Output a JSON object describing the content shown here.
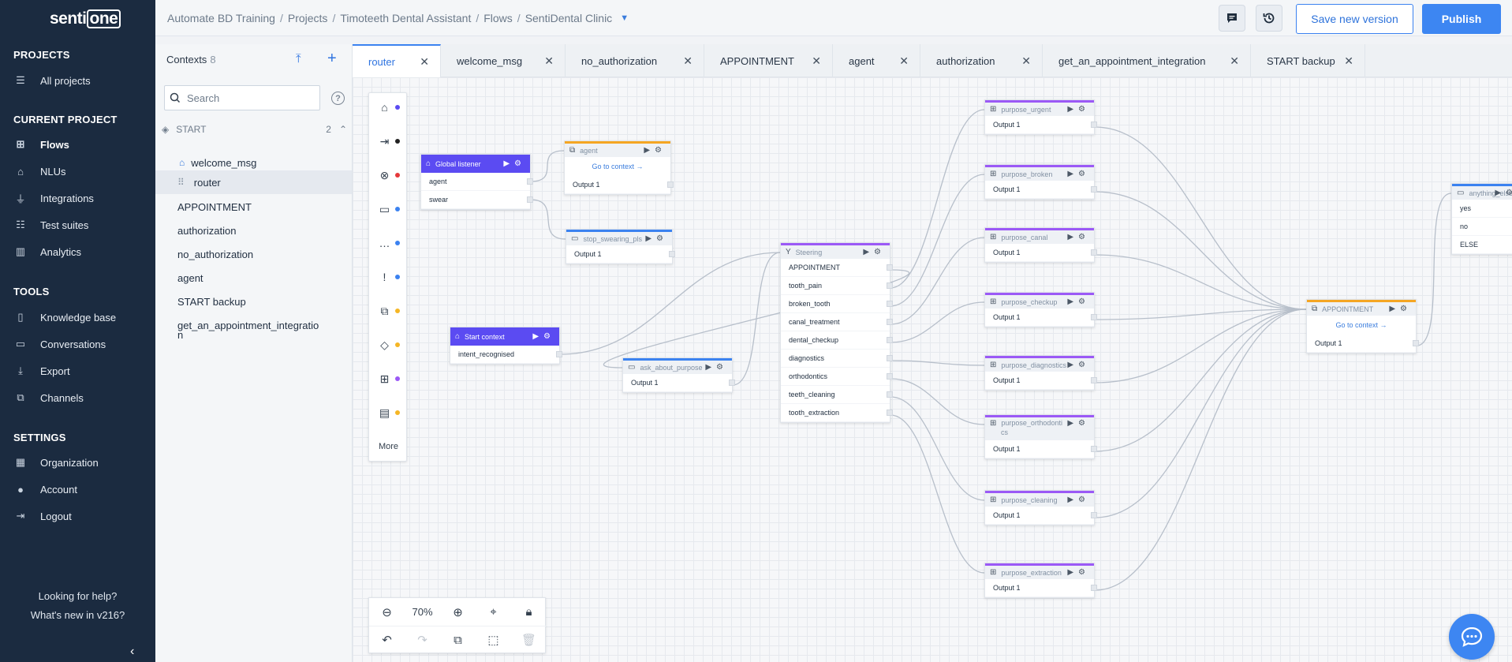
{
  "brand": {
    "name": "senti",
    "name_o": "one"
  },
  "nav": {
    "projects_header": "PROJECTS",
    "all_projects": "All projects",
    "current_project_header": "CURRENT PROJECT",
    "flows": "Flows",
    "nlus": "NLUs",
    "integrations": "Integrations",
    "test_suites": "Test suites",
    "analytics": "Analytics",
    "tools_header": "TOOLS",
    "knowledge_base": "Knowledge base",
    "conversations": "Conversations",
    "export": "Export",
    "channels": "Channels",
    "settings_header": "SETTINGS",
    "organization": "Organization",
    "account": "Account",
    "logout": "Logout",
    "help": "Looking for help?",
    "whats_new": "What's new in v216?"
  },
  "breadcrumb": {
    "items": [
      "Automate BD Training",
      "Projects",
      "Timoteeth Dental Assistant",
      "Flows",
      "SentiDental Clinic"
    ],
    "separator": "/"
  },
  "topbar": {
    "save_label": "Save new version",
    "publish_label": "Publish",
    "icons": [
      "comment-icon",
      "history-icon"
    ]
  },
  "contexts": {
    "title": "Contexts",
    "count": "8",
    "search_placeholder": "Search",
    "start_group": "START",
    "start_count": "2",
    "items": [
      {
        "label": "welcome_msg",
        "type": "child-home"
      },
      {
        "label": "router",
        "type": "child-drag",
        "selected": true
      },
      {
        "label": "APPOINTMENT",
        "type": "top"
      },
      {
        "label": "authorization",
        "type": "top"
      },
      {
        "label": "no_authorization",
        "type": "top"
      },
      {
        "label": "agent",
        "type": "top"
      },
      {
        "label": "START backup",
        "type": "top"
      },
      {
        "label": "get_an_appointment_integratio",
        "type": "top"
      },
      {
        "label": "n",
        "type": "wrap"
      }
    ]
  },
  "tabs": [
    {
      "label": "router",
      "active": true,
      "w": 112
    },
    {
      "label": "welcome_msg",
      "w": 158
    },
    {
      "label": "no_authorization",
      "w": 176
    },
    {
      "label": "APPOINTMENT",
      "w": 163
    },
    {
      "label": "agent",
      "w": 111
    },
    {
      "label": "authorization",
      "w": 155
    },
    {
      "label": "get_an_appointment_integration",
      "w": 264
    },
    {
      "label": "START backup",
      "w": 145
    }
  ],
  "palette": {
    "more_label": "More",
    "items": [
      {
        "icon": "home-icon",
        "glyph": "⌂",
        "dot": "#5b4bf2"
      },
      {
        "icon": "enter-icon",
        "glyph": "⇥",
        "dot": "#222222"
      },
      {
        "icon": "stop-icon",
        "glyph": "⊗",
        "dot": "#e5393b"
      },
      {
        "icon": "message-icon",
        "glyph": "▭",
        "dot": "#3b82f0"
      },
      {
        "icon": "quick-reply-icon",
        "glyph": "…",
        "dot": "#3b82f0"
      },
      {
        "icon": "alert-message-icon",
        "glyph": "!",
        "dot": "#3b82f0"
      },
      {
        "icon": "go-to-context-icon",
        "glyph": "⧉",
        "dot": "#f5b625"
      },
      {
        "icon": "condition-icon",
        "glyph": "◇",
        "dot": "#f5b625"
      },
      {
        "icon": "router-block-icon",
        "glyph": "⊞",
        "dot": "#9b59f6"
      },
      {
        "icon": "document-icon",
        "glyph": "▤",
        "dot": "#f5b625"
      }
    ]
  },
  "nodes": {
    "global_listener": {
      "title": "Global listener",
      "rows": [
        "agent",
        "swear"
      ]
    },
    "agent": {
      "title": "agent",
      "link": "Go to context →",
      "rows": [
        "Output 1"
      ]
    },
    "stop_swearing": {
      "title": "stop_swearing_pls",
      "rows": [
        "Output 1"
      ]
    },
    "start_context": {
      "title": "Start context",
      "rows": [
        "intent_recognised"
      ]
    },
    "ask_about_purpose": {
      "title": "ask_about_purpose",
      "rows": [
        "Output 1"
      ]
    },
    "steering": {
      "title": "Steering",
      "rows": [
        "APPOINTMENT",
        "tooth_pain",
        "broken_tooth",
        "canal_treatment",
        "dental_checkup",
        "diagnostics",
        "orthodontics",
        "teeth_cleaning",
        "tooth_extraction"
      ]
    },
    "purpose_urgent": {
      "title": "purpose_urgent",
      "rows": [
        "Output 1"
      ]
    },
    "purpose_broken": {
      "title": "purpose_broken",
      "rows": [
        "Output 1"
      ]
    },
    "purpose_canal": {
      "title": "purpose_canal",
      "rows": [
        "Output 1"
      ]
    },
    "purpose_checkup": {
      "title": "purpose_checkup",
      "rows": [
        "Output 1"
      ]
    },
    "purpose_diagnostics": {
      "title": "purpose_diagnostics",
      "rows": [
        "Output 1"
      ]
    },
    "purpose_orthodontics": {
      "title": "purpose_orthodonti",
      "title2": "cs",
      "rows": [
        "Output 1"
      ]
    },
    "purpose_cleaning": {
      "title": "purpose_cleaning",
      "rows": [
        "Output 1"
      ]
    },
    "purpose_extraction": {
      "title": "purpose_extraction",
      "rows": [
        "Output 1"
      ]
    },
    "appointment": {
      "title": "APPOINTMENT",
      "link": "Go to context →",
      "rows": [
        "Output 1"
      ]
    },
    "anything_else": {
      "title": "anything_else",
      "rows": [
        "yes",
        "no",
        "ELSE"
      ]
    }
  },
  "zoom": {
    "level": "70%"
  },
  "colors": {
    "accent": "#3d86f2",
    "nav_bg": "#1b2b40",
    "listener": "#5b4bf2"
  }
}
